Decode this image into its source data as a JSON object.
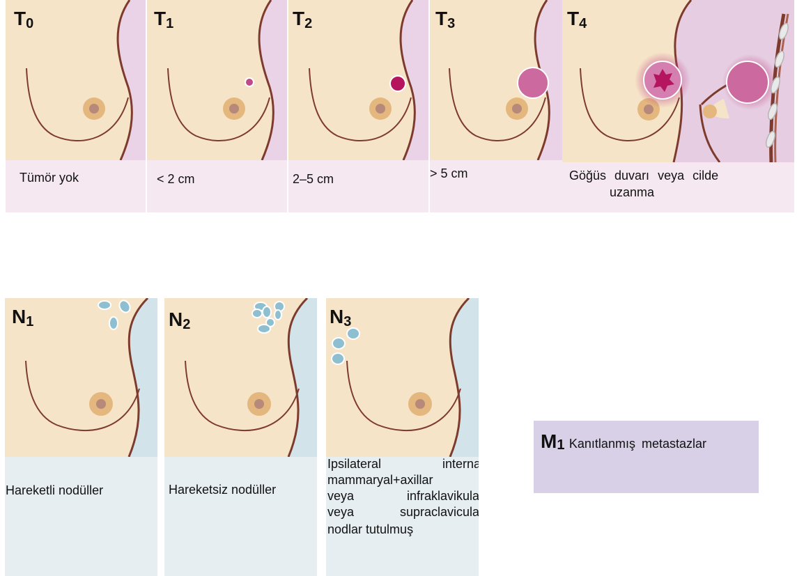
{
  "tumor_row": {
    "t0": {
      "letter": "T",
      "index": "0",
      "caption": "Tümör yok"
    },
    "t1": {
      "letter": "T",
      "index": "1",
      "caption": "< 2 cm"
    },
    "t2": {
      "letter": "T",
      "index": "2",
      "caption": "2–5 cm"
    },
    "t3": {
      "letter": "T",
      "index": "3",
      "caption": "> 5 cm"
    },
    "t4": {
      "letter": "T",
      "index": "4",
      "caption_line1": "Göğüs duvarı veya cilde",
      "caption_line2": "uzanma"
    }
  },
  "node_row": {
    "n1": {
      "letter": "N",
      "index": "1",
      "caption": "Hareketli nodüller"
    },
    "n2": {
      "letter": "N",
      "index": "2",
      "caption": "Hareketsiz nodüller"
    },
    "n3": {
      "letter": "N",
      "index": "3",
      "caption_lines": [
        "Ipsilateral internal",
        "mammaryal+axillar",
        "veya infraklavikular",
        "veya supraclavicular",
        "nodlar tutulmuş"
      ]
    }
  },
  "metastasis": {
    "letter": "M",
    "index": "1",
    "caption": "Kanıtlanmış metastazlar"
  },
  "colors": {
    "skin": "#f6e4c8",
    "outline": "#7d3b2e",
    "pink_bg": "#ead3e6",
    "pink_caption": "#f5e8f1",
    "blue_bg": "#d3e3ea",
    "blue_caption": "#e6eef2",
    "areola": "#e3b77d",
    "nipple": "#b7897a",
    "tumor": "#c0498a",
    "node": "#8ebfd0",
    "m_box": "#d7d0e6"
  }
}
